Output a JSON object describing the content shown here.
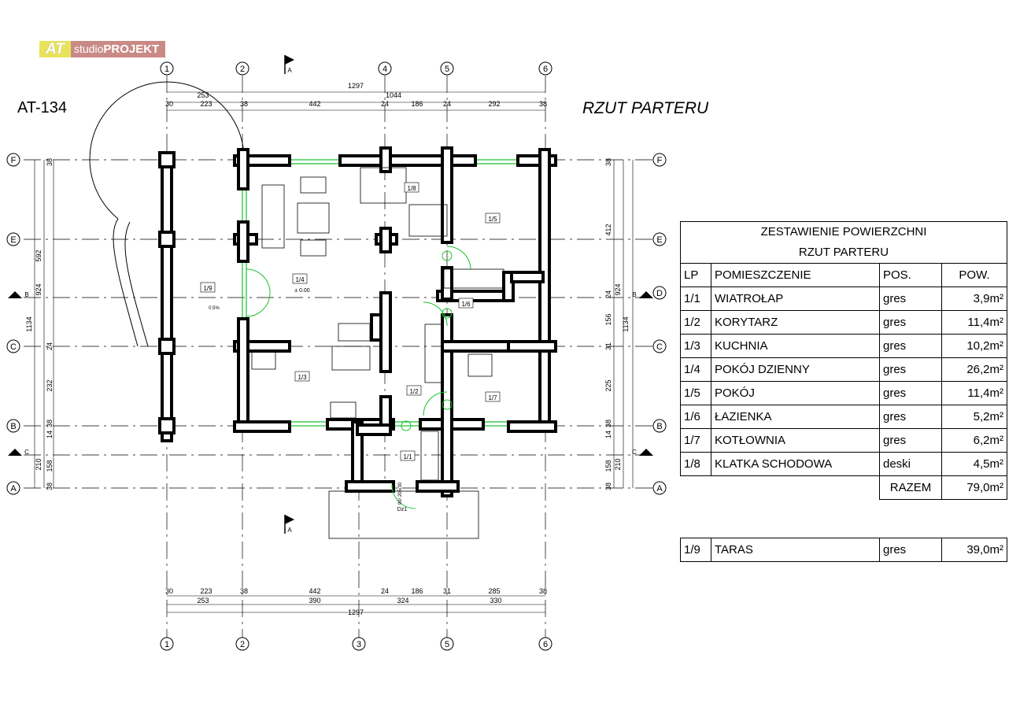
{
  "logo": {
    "at": "AT",
    "studio": "studio",
    "projekt": "PROJEKT"
  },
  "project_code": "AT-134",
  "drawing_title": "RZUT PARTERU",
  "section_marks": {
    "a": "A",
    "b": "B",
    "c": "C"
  },
  "axes": {
    "top": [
      "1",
      "2",
      "4",
      "5",
      "6"
    ],
    "bottom": [
      "1",
      "2",
      "3",
      "5",
      "6"
    ],
    "left": [
      "F",
      "E",
      "C",
      "B",
      "A"
    ],
    "right": [
      "F",
      "E",
      "D",
      "C",
      "B",
      "A"
    ]
  },
  "dims_top": {
    "total": "1297",
    "sub": "1044",
    "r253": "253",
    "row": [
      "30",
      "223",
      "38",
      "442",
      "24",
      "186",
      "24",
      "292",
      "38"
    ]
  },
  "dims_bottom": {
    "row": [
      "30",
      "223",
      "38",
      "442",
      "24",
      "186",
      "31",
      "285",
      "38"
    ],
    "row2": [
      "253",
      "390",
      "324",
      "330"
    ],
    "total": "1297"
  },
  "dims_left": {
    "outer": "1134",
    "mid": [
      "592",
      "924",
      "210"
    ],
    "inner": [
      "38",
      "24",
      "232",
      "38",
      "14",
      "158",
      "38"
    ]
  },
  "dims_right": {
    "outer": "1134",
    "mid": [
      "924",
      "210"
    ],
    "inner": [
      "38",
      "412",
      "24",
      "156",
      "31",
      "225",
      "38",
      "14",
      "158",
      "38"
    ]
  },
  "rooms": [
    "1/1",
    "1/2",
    "1/3",
    "1/4",
    "1/5",
    "1/6",
    "1/7",
    "1/8",
    "1/9"
  ],
  "labels": {
    "level": "± 0.00",
    "slope": "0.5%",
    "door": "Dz1",
    "door_dims": "90/ 205/30"
  },
  "summary": {
    "title_line1": "ZESTAWIENIE POWIERZCHNI",
    "title_line2": "RZUT PARTERU",
    "columns": [
      "LP",
      "POMIESZCZENIE",
      "POS.",
      "POW."
    ],
    "rows": [
      {
        "lp": "1/1",
        "name": "WIATROŁAP",
        "pos": "gres",
        "area": "3,9m²"
      },
      {
        "lp": "1/2",
        "name": "KORYTARZ",
        "pos": "gres",
        "area": "11,4m²"
      },
      {
        "lp": "1/3",
        "name": "KUCHNIA",
        "pos": "gres",
        "area": "10,2m²"
      },
      {
        "lp": "1/4",
        "name": "POKÓJ DZIENNY",
        "pos": "gres",
        "area": "26,2m²"
      },
      {
        "lp": "1/5",
        "name": "POKÓJ",
        "pos": "gres",
        "area": "11,4m²"
      },
      {
        "lp": "1/6",
        "name": "ŁAZIENKA",
        "pos": "gres",
        "area": "5,2m²"
      },
      {
        "lp": "1/7",
        "name": "KOTŁOWNIA",
        "pos": "gres",
        "area": "6,2m²"
      },
      {
        "lp": "1/8",
        "name": "KLATKA SCHODOWA",
        "pos": "deski",
        "area": "4,5m²"
      }
    ],
    "total_label": "RAZEM",
    "total_value": "79,0m²",
    "extra": {
      "lp": "1/9",
      "name": "TARAS",
      "pos": "gres",
      "area": "39,0m²"
    }
  }
}
